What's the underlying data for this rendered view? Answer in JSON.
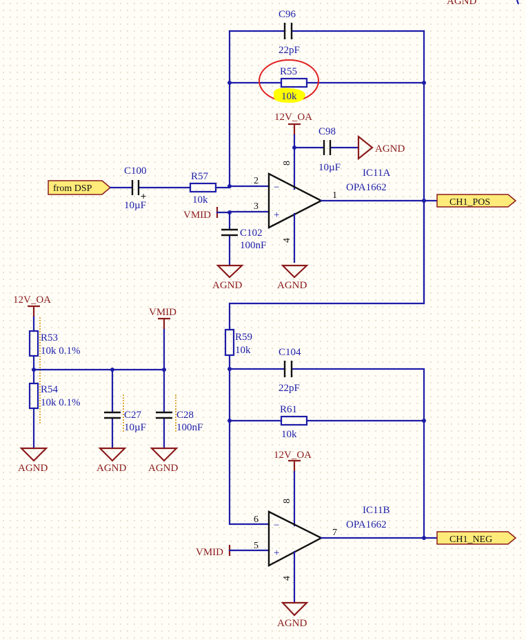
{
  "header_cut_text": "AGND",
  "ports": {
    "from_dsp": "from DSP",
    "ch1_pos": "CH1_POS",
    "ch1_neg": "CH1_NEG"
  },
  "components": {
    "c96": {
      "ref": "C96",
      "value": "22pF"
    },
    "r55": {
      "ref": "R55",
      "value": "10k",
      "highlighted": true
    },
    "c98": {
      "ref": "C98",
      "value": "10µF"
    },
    "c100": {
      "ref": "C100",
      "value": "10µF"
    },
    "r57": {
      "ref": "R57",
      "value": "10k"
    },
    "c102": {
      "ref": "C102",
      "value": "100nF"
    },
    "ic11a": {
      "ref": "IC11A",
      "part": "OPA1662"
    },
    "r53": {
      "ref": "R53",
      "value": "10k 0.1%"
    },
    "r54": {
      "ref": "R54",
      "value": "10k 0.1%"
    },
    "c27": {
      "ref": "C27",
      "value": "10µF"
    },
    "c28": {
      "ref": "C28",
      "value": "100nF"
    },
    "r59": {
      "ref": "R59",
      "value": "10k"
    },
    "c104": {
      "ref": "C104",
      "value": "22pF"
    },
    "r61": {
      "ref": "R61",
      "value": "10k"
    },
    "ic11b": {
      "ref": "IC11B",
      "part": "OPA1662"
    }
  },
  "nets": {
    "v12_oa": "12V_OA",
    "agnd": "AGND",
    "vmid": "VMID"
  },
  "pins": {
    "a_inv": "2",
    "a_noninv": "3",
    "a_out": "1",
    "a_vp": "8",
    "a_vn": "4",
    "b_inv": "6",
    "b_noninv": "5",
    "b_out": "7",
    "b_vp": "8",
    "b_vn": "4"
  },
  "colors": {
    "wire": "#1c1ca8",
    "power": "#8b1a1a",
    "port_fill": "#ffeb7a",
    "highlight": "#ffff00",
    "annotation": "#e02020",
    "background": "#fffdf6"
  }
}
